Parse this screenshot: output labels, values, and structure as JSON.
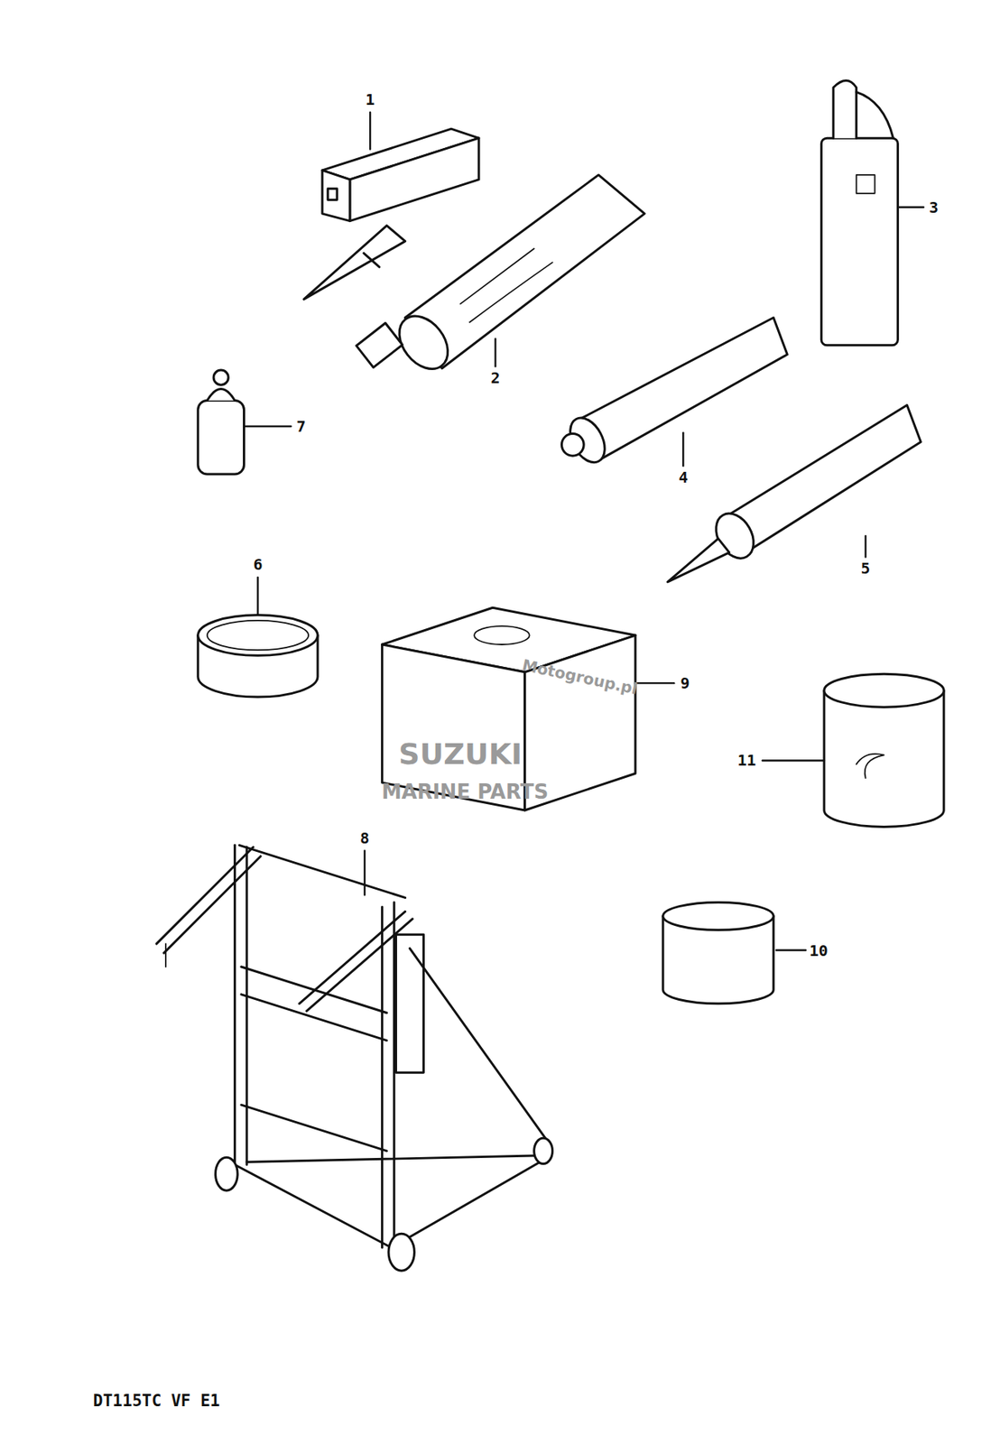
{
  "diagram": {
    "labels": [
      "1",
      "3",
      "2",
      "7",
      "4",
      "5",
      "6",
      "9",
      "11",
      "8",
      "10",
      "DT115TC VF E1",
      "Motogroup.pl",
      "SUZUKI",
      "MARINE PARTS"
    ]
  }
}
